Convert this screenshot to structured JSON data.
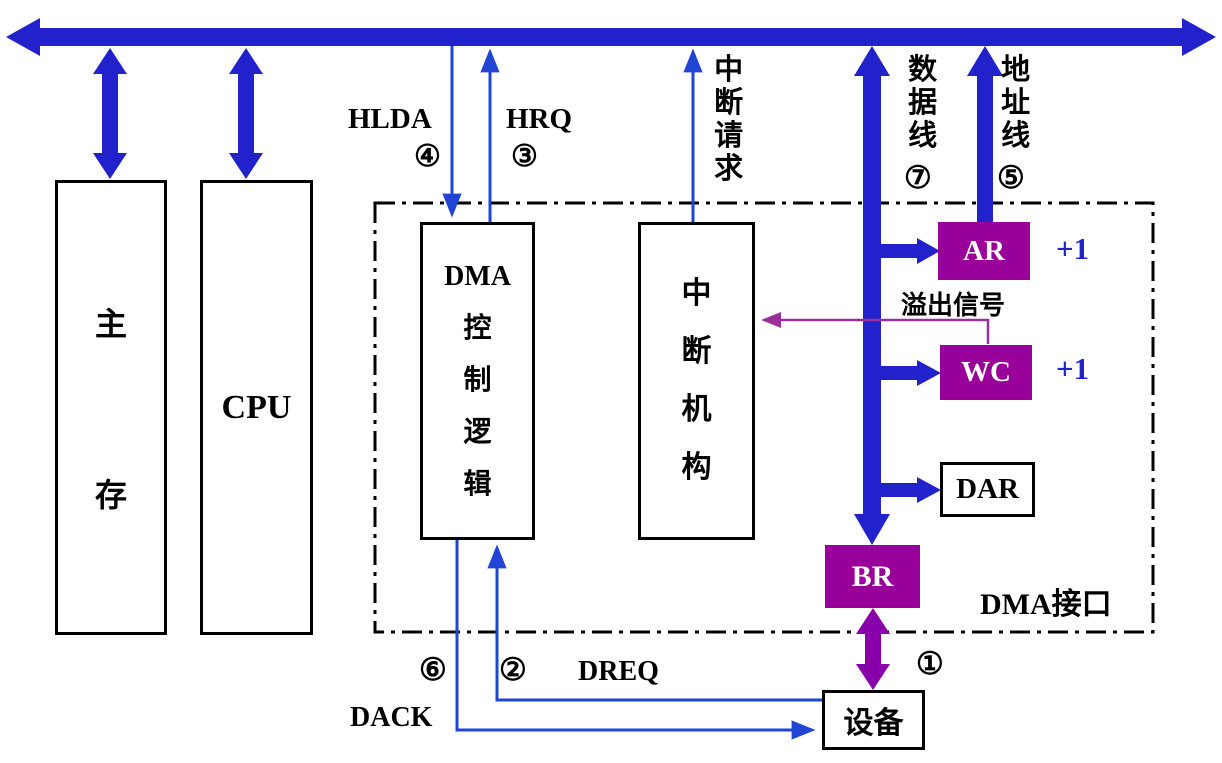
{
  "colors": {
    "bus_blue": "#2222CC",
    "thin_arrow_blue": "#2244D4",
    "register_purple": "#990099",
    "overflow_arrow_purple": "#993099",
    "br_device_arrow_purple": "#8800AA",
    "plus_one_blue": "#2222CC"
  },
  "boxes": {
    "main_memory": {
      "char1": "主",
      "char2": "存"
    },
    "cpu": {
      "label": "CPU"
    },
    "dma_logic": {
      "line1": "DMA",
      "chars": "控制逻辑"
    },
    "interrupt_unit": {
      "chars": "中断机构"
    },
    "ar": {
      "label": "AR"
    },
    "wc": {
      "label": "WC"
    },
    "dar": {
      "label": "DAR"
    },
    "br": {
      "label": "BR"
    },
    "device": {
      "label": "设备"
    }
  },
  "labels": {
    "hlda": "HLDA",
    "step4": "④",
    "hrq": "HRQ",
    "step3": "③",
    "interrupt_request": "中断请求",
    "data_line": "数据线",
    "step7": "⑦",
    "address_line": "地址线",
    "step5": "⑤",
    "ar_plus_one": "+1",
    "overflow_signal": "溢出信号",
    "wc_plus_one": "+1",
    "dma_interface": "DMA接口",
    "step1": "①",
    "dreq": "DREQ",
    "step2": "②",
    "step6": "⑥",
    "dack": "DACK"
  }
}
